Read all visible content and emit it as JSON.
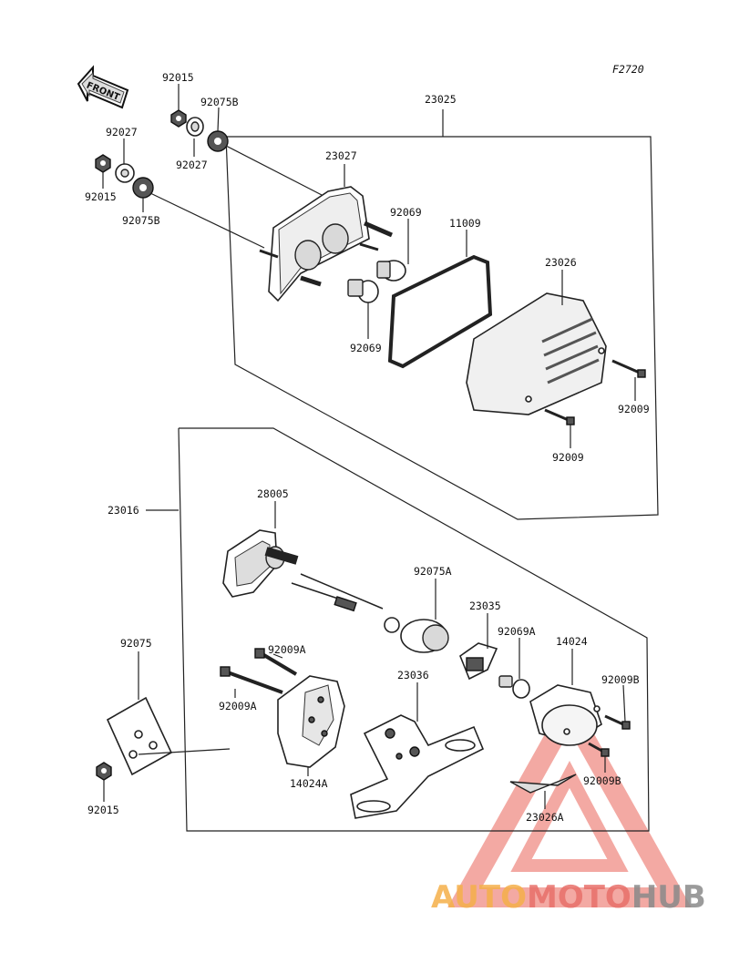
{
  "diagram_code": "F2720",
  "front_arrow_text": "FRONT",
  "labels": {
    "p92015_top": "92015",
    "p92075B_top": "92075B",
    "p92027_left": "92027",
    "p92027_mid": "92027",
    "p92015_left": "92015",
    "p92075B_left": "92075B",
    "p23025": "23025",
    "p23027": "23027",
    "p92069_top": "92069",
    "p11009": "11009",
    "p23026": "23026",
    "p92069_bottom": "92069",
    "p92009_upper": "92009",
    "p92009_lower": "92009",
    "p23016": "23016",
    "p28005": "28005",
    "p92075A": "92075A",
    "p23035": "23035",
    "p92069A": "92069A",
    "p14024": "14024",
    "p92009B_upper": "92009B",
    "p92009B_lower": "92009B",
    "p92075": "92075",
    "p92009A_upper": "92009A",
    "p92009A_lower": "92009A",
    "p23036": "23036",
    "p14024A": "14024A",
    "p92015_bottom": "92015",
    "p23026A": "23026A"
  },
  "watermark": {
    "text_orange": "AUTO",
    "text_red": "MOTO",
    "text_gray": "HUB",
    "colors": {
      "orange": "#f5b04a",
      "red": "#e8706a",
      "gray": "#8a8a8a"
    }
  }
}
